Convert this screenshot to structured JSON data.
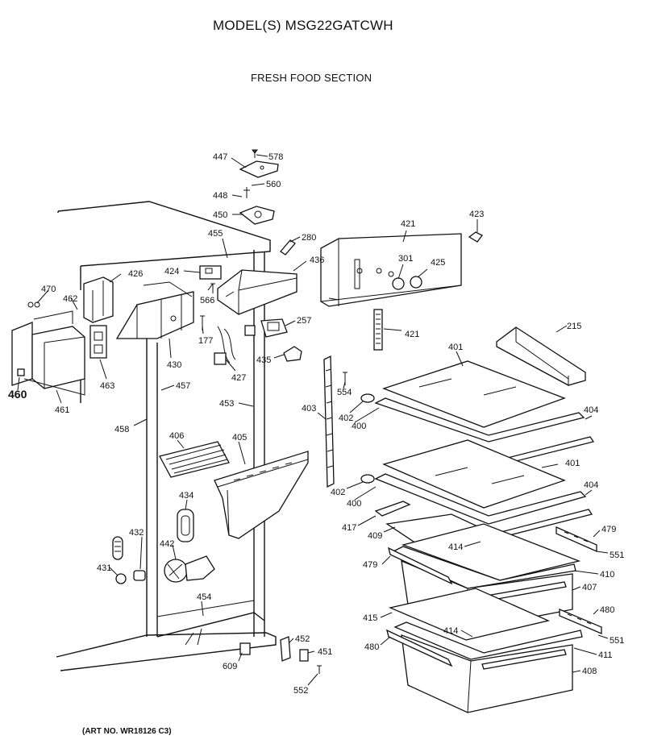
{
  "header": {
    "title": "MODEL(S) MSG22GATCWH",
    "subtitle": "FRESH FOOD SECTION"
  },
  "footer": {
    "art_number": "(ART NO. WR18126 C3)"
  },
  "callouts": [
    {
      "id": "447",
      "text": "447"
    },
    {
      "id": "578",
      "text": "578"
    },
    {
      "id": "448",
      "text": "448"
    },
    {
      "id": "560",
      "text": "560"
    },
    {
      "id": "450",
      "text": "450"
    },
    {
      "id": "455",
      "text": "455"
    },
    {
      "id": "280",
      "text": "280"
    },
    {
      "id": "421a",
      "text": "421"
    },
    {
      "id": "423",
      "text": "423"
    },
    {
      "id": "436",
      "text": "436"
    },
    {
      "id": "301",
      "text": "301"
    },
    {
      "id": "425",
      "text": "425"
    },
    {
      "id": "424",
      "text": "424"
    },
    {
      "id": "426",
      "text": "426"
    },
    {
      "id": "470",
      "text": "470"
    },
    {
      "id": "462",
      "text": "462"
    },
    {
      "id": "566",
      "text": "566"
    },
    {
      "id": "257",
      "text": "257"
    },
    {
      "id": "421b",
      "text": "421"
    },
    {
      "id": "177",
      "text": "177"
    },
    {
      "id": "215",
      "text": "215"
    },
    {
      "id": "463",
      "text": "463"
    },
    {
      "id": "430",
      "text": "430"
    },
    {
      "id": "427",
      "text": "427"
    },
    {
      "id": "435",
      "text": "435"
    },
    {
      "id": "460",
      "text": "460"
    },
    {
      "id": "457",
      "text": "457"
    },
    {
      "id": "401a",
      "text": "401"
    },
    {
      "id": "554",
      "text": "554"
    },
    {
      "id": "461",
      "text": "461"
    },
    {
      "id": "453",
      "text": "453"
    },
    {
      "id": "403",
      "text": "403"
    },
    {
      "id": "402a",
      "text": "402"
    },
    {
      "id": "404a",
      "text": "404"
    },
    {
      "id": "458",
      "text": "458"
    },
    {
      "id": "400a",
      "text": "400"
    },
    {
      "id": "406",
      "text": "406"
    },
    {
      "id": "405",
      "text": "405"
    },
    {
      "id": "401b",
      "text": "401"
    },
    {
      "id": "434",
      "text": "434"
    },
    {
      "id": "402b",
      "text": "402"
    },
    {
      "id": "404b",
      "text": "404"
    },
    {
      "id": "400b",
      "text": "400"
    },
    {
      "id": "417",
      "text": "417"
    },
    {
      "id": "432",
      "text": "432"
    },
    {
      "id": "409",
      "text": "409"
    },
    {
      "id": "479a",
      "text": "479"
    },
    {
      "id": "442",
      "text": "442"
    },
    {
      "id": "414a",
      "text": "414"
    },
    {
      "id": "551a",
      "text": "551"
    },
    {
      "id": "431",
      "text": "431"
    },
    {
      "id": "479b",
      "text": "479"
    },
    {
      "id": "410",
      "text": "410"
    },
    {
      "id": "407",
      "text": "407"
    },
    {
      "id": "454",
      "text": "454"
    },
    {
      "id": "480a",
      "text": "480"
    },
    {
      "id": "415",
      "text": "415"
    },
    {
      "id": "414b",
      "text": "414"
    },
    {
      "id": "551b",
      "text": "551"
    },
    {
      "id": "452",
      "text": "452"
    },
    {
      "id": "480b",
      "text": "480"
    },
    {
      "id": "451",
      "text": "451"
    },
    {
      "id": "411",
      "text": "411"
    },
    {
      "id": "609",
      "text": "609"
    },
    {
      "id": "408",
      "text": "408"
    },
    {
      "id": "552",
      "text": "552"
    }
  ]
}
